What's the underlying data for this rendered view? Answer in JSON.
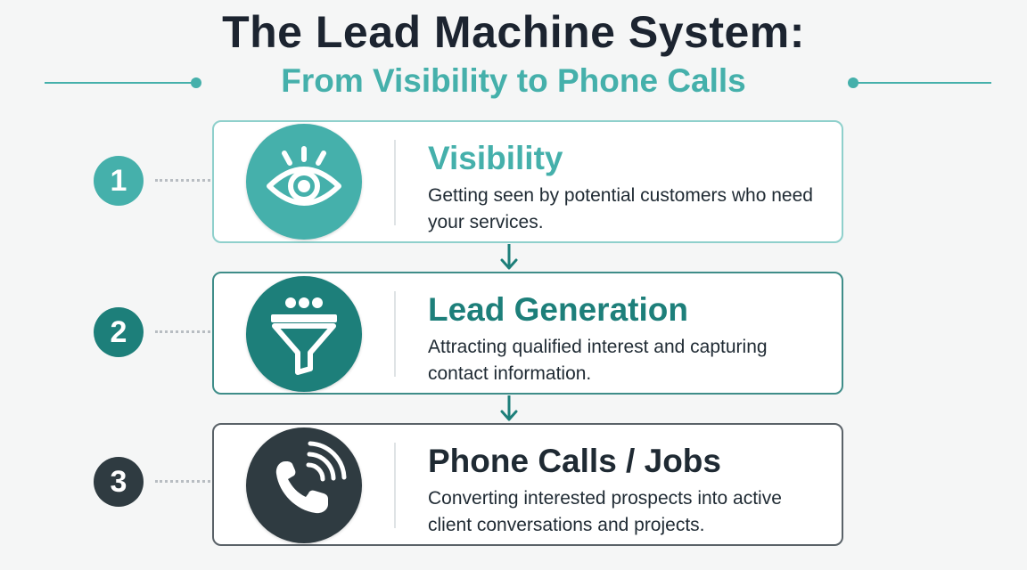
{
  "header": {
    "title": "The Lead Machine System:",
    "subtitle": "From Visibility to Phone Calls"
  },
  "colors": {
    "dark_text": "#1c2430",
    "teal_light": "#45b0ab",
    "teal_dark": "#1d7f7a",
    "charcoal": "#2f3b41"
  },
  "steps": [
    {
      "number": "1",
      "title": "Visibility",
      "description": "Getting seen by potential customers who need your services.",
      "icon": "eye-icon",
      "accent": "#45b0ab"
    },
    {
      "number": "2",
      "title": "Lead Generation",
      "description": "Attracting qualified interest and capturing contact information.",
      "icon": "funnel-icon",
      "accent": "#1d7f7a"
    },
    {
      "number": "3",
      "title": "Phone Calls / Jobs",
      "description": "Converting interested prospects into active client conversations and projects.",
      "icon": "phone-call-icon",
      "accent": "#2f3b41"
    }
  ]
}
